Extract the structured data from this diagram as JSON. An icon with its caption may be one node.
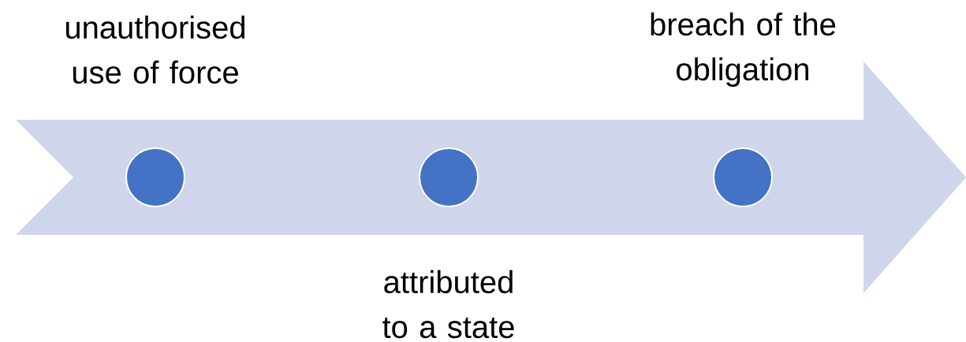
{
  "diagram": {
    "nodes": [
      {
        "text": [],
        "shape": "circle",
        "beside": [
          "unauthorised use of force"
        ]
      },
      {
        "text": [],
        "shape": "circle",
        "beside": [
          "attributed to a state"
        ]
      },
      {
        "text": [],
        "shape": "circle",
        "beside": [
          "breach of the obligation"
        ]
      }
    ]
  }
}
